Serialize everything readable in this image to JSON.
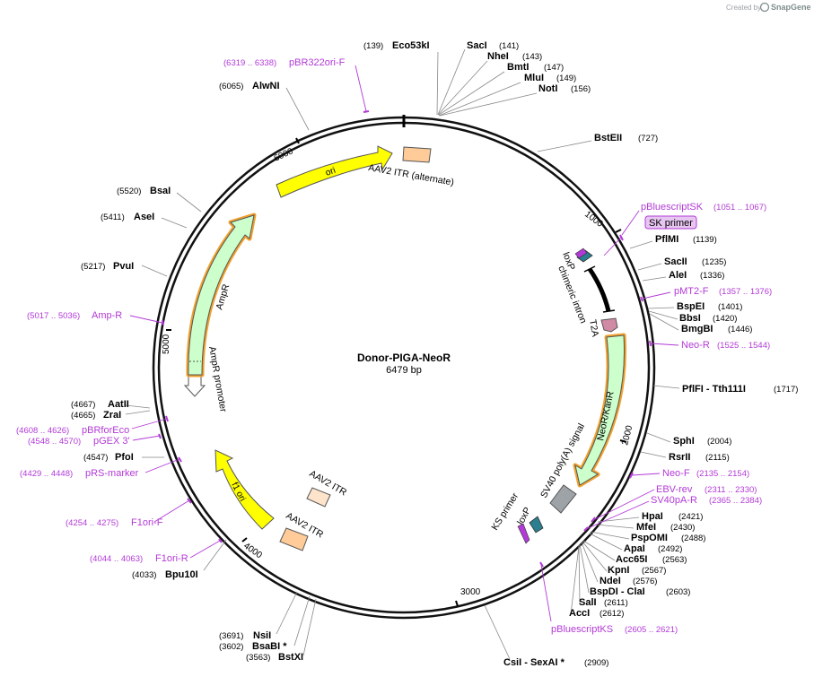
{
  "credit": {
    "text": "Created by",
    "brand": "SnapGene"
  },
  "plasmid": {
    "name": "Donor-PIGA-NeoR",
    "length_label": "6479 bp",
    "length": 6479
  },
  "ticks": [
    {
      "bp": 1000,
      "label": "1000"
    },
    {
      "bp": 2000,
      "label": "2000"
    },
    {
      "bp": 3000,
      "label": "3000"
    },
    {
      "bp": 4000,
      "label": "4000"
    },
    {
      "bp": 5000,
      "label": "5000"
    },
    {
      "bp": 6000,
      "label": "6000"
    }
  ],
  "colors": {
    "enzyme": "#000000",
    "primer": "#b23ad6",
    "ori": "#ffff00",
    "ampr": "#ccffcc",
    "itr": "#ffcc99",
    "polya": "#9ea3a8",
    "loxp": "#2b7f8f",
    "t2a": "#d08aa3"
  },
  "enzymes": [
    {
      "name": "Eco53kI",
      "pos": "(139)",
      "side": "left"
    },
    {
      "name": "SacI",
      "pos": "(141)",
      "side": "right"
    },
    {
      "name": "NheI",
      "pos": "(143)",
      "side": "right"
    },
    {
      "name": "BmtI",
      "pos": "(147)",
      "side": "right"
    },
    {
      "name": "MluI",
      "pos": "(149)",
      "side": "right"
    },
    {
      "name": "NotI",
      "pos": "(156)",
      "side": "right"
    },
    {
      "name": "BstEII",
      "pos": "(727)",
      "side": "right"
    },
    {
      "name": "PflMI",
      "pos": "(1139)",
      "side": "right"
    },
    {
      "name": "SacII",
      "pos": "(1235)",
      "side": "right"
    },
    {
      "name": "AleI",
      "pos": "(1336)",
      "side": "right"
    },
    {
      "name": "BspEI",
      "pos": "(1401)",
      "side": "right"
    },
    {
      "name": "BbsI",
      "pos": "(1420)",
      "side": "right"
    },
    {
      "name": "BmgBI",
      "pos": "(1446)",
      "side": "right"
    },
    {
      "name": "PflFI - Tth111I",
      "pos": "(1717)",
      "side": "right"
    },
    {
      "name": "SphI",
      "pos": "(2004)",
      "side": "right"
    },
    {
      "name": "RsrII",
      "pos": "(2115)",
      "side": "right"
    },
    {
      "name": "HpaI",
      "pos": "(2421)",
      "side": "right"
    },
    {
      "name": "MfeI",
      "pos": "(2430)",
      "side": "right"
    },
    {
      "name": "PspOMI",
      "pos": "(2488)",
      "side": "right"
    },
    {
      "name": "ApaI",
      "pos": "(2492)",
      "side": "right"
    },
    {
      "name": "Acc65I",
      "pos": "(2563)",
      "side": "right"
    },
    {
      "name": "KpnI",
      "pos": "(2567)",
      "side": "right"
    },
    {
      "name": "NdeI",
      "pos": "(2576)",
      "side": "right"
    },
    {
      "name": "BspDI - ClaI",
      "pos": "(2603)",
      "side": "right"
    },
    {
      "name": "SalI",
      "pos": "(2611)",
      "side": "right"
    },
    {
      "name": "AccI",
      "pos": "(2612)",
      "side": "right"
    },
    {
      "name": "CsiI - SexAI *",
      "pos": "(2909)",
      "side": "right"
    },
    {
      "name": "NsiI",
      "pos": "(3691)",
      "side": "left"
    },
    {
      "name": "BsaBI *",
      "pos": "(3602)",
      "side": "left"
    },
    {
      "name": "BstXI",
      "pos": "(3563)",
      "side": "left"
    },
    {
      "name": "Bpu10I",
      "pos": "(4033)",
      "side": "left"
    },
    {
      "name": "PfoI",
      "pos": "(4547)",
      "side": "left"
    },
    {
      "name": "AatII",
      "pos": "(4667)",
      "side": "left"
    },
    {
      "name": "ZraI",
      "pos": "(4665)",
      "side": "left"
    },
    {
      "name": "PvuI",
      "pos": "(5217)",
      "side": "left"
    },
    {
      "name": "AseI",
      "pos": "(5411)",
      "side": "left"
    },
    {
      "name": "BsaI",
      "pos": "(5520)",
      "side": "left"
    },
    {
      "name": "AlwNI",
      "pos": "(6065)",
      "side": "left"
    }
  ],
  "primers": [
    {
      "name": "pBR322ori-F",
      "range": "(6319 .. 6338)",
      "side": "left"
    },
    {
      "name": "pBluescriptSK",
      "range": "(1051 .. 1067)",
      "side": "right"
    },
    {
      "name": "SK primer",
      "range": "",
      "side": "right",
      "boxed": true
    },
    {
      "name": "pMT2-F",
      "range": "(1357 .. 1376)",
      "side": "right"
    },
    {
      "name": "Neo-R",
      "range": "(1525 .. 1544)",
      "side": "right"
    },
    {
      "name": "Neo-F",
      "range": "(2135 .. 2154)",
      "side": "right"
    },
    {
      "name": "EBV-rev",
      "range": "(2311 .. 2330)",
      "side": "right"
    },
    {
      "name": "SV40pA-R",
      "range": "(2365 .. 2384)",
      "side": "right"
    },
    {
      "name": "pBluescriptKS",
      "range": "(2605 .. 2621)",
      "side": "right"
    },
    {
      "name": "Amp-R",
      "range": "(5017 .. 5036)",
      "side": "left"
    },
    {
      "name": "pBRforEco",
      "range": "(4608 .. 4626)",
      "side": "left"
    },
    {
      "name": "pGEX 3'",
      "range": "(4548 .. 4570)",
      "side": "left"
    },
    {
      "name": "pRS-marker",
      "range": "(4429 .. 4448)",
      "side": "left"
    },
    {
      "name": "F1ori-F",
      "range": "(4254 .. 4275)",
      "side": "left"
    },
    {
      "name": "F1ori-R",
      "range": "(4044 .. 4063)",
      "side": "left"
    }
  ],
  "features": [
    {
      "label": "ori",
      "type": "arrow"
    },
    {
      "label": "AAV2 ITR (alternate)",
      "type": "box"
    },
    {
      "label": "loxP",
      "type": "site"
    },
    {
      "label": "chimeric intron",
      "type": "intron"
    },
    {
      "label": "T2A",
      "type": "box"
    },
    {
      "label": "NeoR/KanR",
      "type": "arrow"
    },
    {
      "label": "SV40 poly(A) signal",
      "type": "box"
    },
    {
      "label": "loxP",
      "type": "site"
    },
    {
      "label": "KS primer",
      "type": "primer"
    },
    {
      "label": "AAV2 ITR",
      "type": "box"
    },
    {
      "label": "AAV2 ITR",
      "type": "box"
    },
    {
      "label": "f1 ori",
      "type": "arrow"
    },
    {
      "label": "AmpR promoter",
      "type": "arrow"
    },
    {
      "label": "AmpR",
      "type": "arrow"
    }
  ]
}
